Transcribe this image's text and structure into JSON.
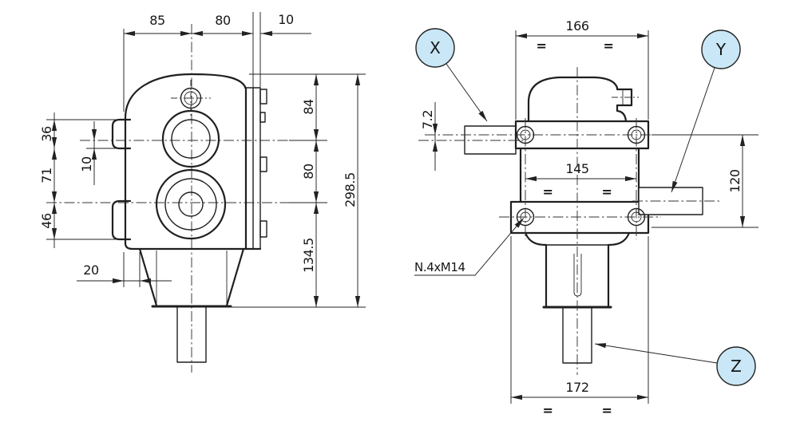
{
  "meta": {
    "background": "#ffffff",
    "line_color": "#222222",
    "callout_fill": "#c9e7f6",
    "callout_stroke": "#222222"
  },
  "left_view": {
    "top_dims": {
      "d85": "85",
      "d80": "80",
      "d10": "10"
    },
    "left_dims": {
      "d36": "36",
      "d10": "10",
      "d71": "71",
      "d46": "46"
    },
    "right_dims": {
      "d84": "84",
      "d80": "80",
      "d134_5": "134.5",
      "d298_5": "298.5"
    },
    "bottom_dims": {
      "d20": "20"
    }
  },
  "right_view": {
    "top_width": "166",
    "bolt_spacing": "145",
    "bottom_width": "172",
    "shaft_height": "120",
    "shaft_offset": "7.2",
    "thread_note": "N.4xM14",
    "symmetry_symbol": "="
  },
  "callouts": {
    "x": "X",
    "y": "Y",
    "z": "Z"
  }
}
